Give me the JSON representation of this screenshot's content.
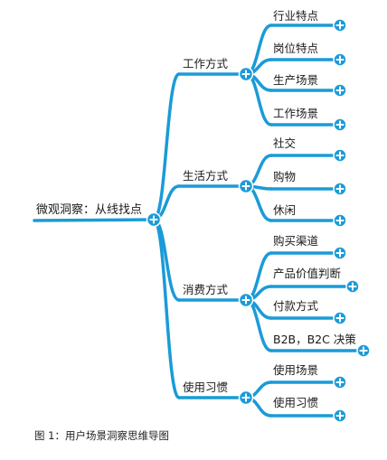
{
  "diagram": {
    "root": {
      "label": "微观洞察：从线找点"
    },
    "branches": [
      {
        "label": "工作方式",
        "leaves": [
          "行业特点",
          "岗位特点",
          "生产场景",
          "工作场景"
        ]
      },
      {
        "label": "生活方式",
        "leaves": [
          "社交",
          "购物",
          "休闲"
        ]
      },
      {
        "label": "消费方式",
        "leaves": [
          "购买渠道",
          "产品价值判断",
          "付款方式",
          "B2B，B2C 决策"
        ]
      },
      {
        "label": "使用习惯",
        "leaves": [
          "使用场景",
          "使用习惯"
        ]
      }
    ],
    "line_color": "#1a9bd7",
    "expand_icon": "plus-circle-icon"
  },
  "caption": "图 1：用户场景洞察思维导图"
}
